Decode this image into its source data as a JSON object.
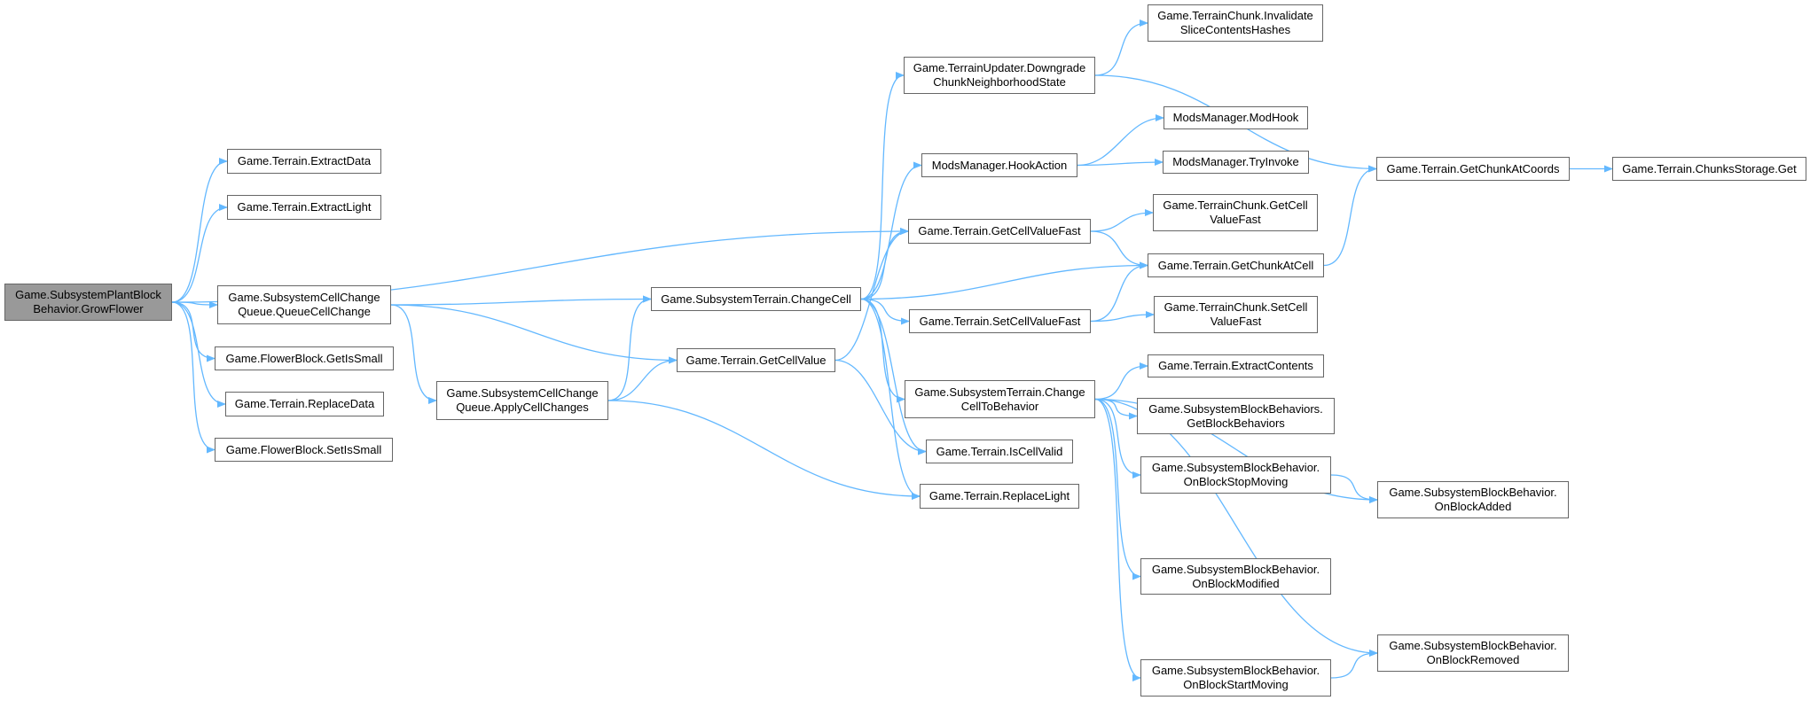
{
  "colors": {
    "edge": "#63b8ff",
    "node_border": "#666666",
    "root_fill": "#999999",
    "node_fill": "#ffffff"
  },
  "nodes": [
    {
      "id": "growflower",
      "lines": [
        "Game.SubsystemPlantBlock",
        "Behavior.GrowFlower"
      ],
      "root": true
    },
    {
      "id": "extractdata",
      "lines": [
        "Game.Terrain.ExtractData"
      ]
    },
    {
      "id": "extractlight",
      "lines": [
        "Game.Terrain.ExtractLight"
      ]
    },
    {
      "id": "queuecellchange",
      "lines": [
        "Game.SubsystemCellChange",
        "Queue.QueueCellChange"
      ]
    },
    {
      "id": "getissmall",
      "lines": [
        "Game.FlowerBlock.GetIsSmall"
      ]
    },
    {
      "id": "replacedata",
      "lines": [
        "Game.Terrain.ReplaceData"
      ]
    },
    {
      "id": "setissmall",
      "lines": [
        "Game.FlowerBlock.SetIsSmall"
      ]
    },
    {
      "id": "applycellchanges",
      "lines": [
        "Game.SubsystemCellChange",
        "Queue.ApplyCellChanges"
      ]
    },
    {
      "id": "changecell",
      "lines": [
        "Game.SubsystemTerrain.ChangeCell"
      ]
    },
    {
      "id": "getcellvalue",
      "lines": [
        "Game.Terrain.GetCellValue"
      ]
    },
    {
      "id": "downgrade",
      "lines": [
        "Game.TerrainUpdater.Downgrade",
        "ChunkNeighborhoodState"
      ]
    },
    {
      "id": "hookaction",
      "lines": [
        "ModsManager.HookAction"
      ]
    },
    {
      "id": "getcellvaluefast",
      "lines": [
        "Game.Terrain.GetCellValueFast"
      ]
    },
    {
      "id": "setcellvaluefast",
      "lines": [
        "Game.Terrain.SetCellValueFast"
      ]
    },
    {
      "id": "changecelltobehavior",
      "lines": [
        "Game.SubsystemTerrain.Change",
        "CellToBehavior"
      ]
    },
    {
      "id": "iscellvalid",
      "lines": [
        "Game.Terrain.IsCellValid"
      ]
    },
    {
      "id": "replacelight",
      "lines": [
        "Game.Terrain.ReplaceLight"
      ]
    },
    {
      "id": "invalidate",
      "lines": [
        "Game.TerrainChunk.Invalidate",
        "SliceContentsHashes"
      ]
    },
    {
      "id": "modhook",
      "lines": [
        "ModsManager.ModHook"
      ]
    },
    {
      "id": "tryinvoke",
      "lines": [
        "ModsManager.TryInvoke"
      ]
    },
    {
      "id": "tcgetcellvaluefast",
      "lines": [
        "Game.TerrainChunk.GetCell",
        "ValueFast"
      ]
    },
    {
      "id": "getchunkatcell",
      "lines": [
        "Game.Terrain.GetChunkAtCell"
      ]
    },
    {
      "id": "tcsetcellvaluefast",
      "lines": [
        "Game.TerrainChunk.SetCell",
        "ValueFast"
      ]
    },
    {
      "id": "extractcontents",
      "lines": [
        "Game.Terrain.ExtractContents"
      ]
    },
    {
      "id": "getblockbehaviors",
      "lines": [
        "Game.SubsystemBlockBehaviors.",
        "GetBlockBehaviors"
      ]
    },
    {
      "id": "onblockstopmoving",
      "lines": [
        "Game.SubsystemBlockBehavior.",
        "OnBlockStopMoving"
      ]
    },
    {
      "id": "onblockmodified",
      "lines": [
        "Game.SubsystemBlockBehavior.",
        "OnBlockModified"
      ]
    },
    {
      "id": "onblockstartmoving",
      "lines": [
        "Game.SubsystemBlockBehavior.",
        "OnBlockStartMoving"
      ]
    },
    {
      "id": "getchunkatcoords",
      "lines": [
        "Game.Terrain.GetChunkAtCoords"
      ]
    },
    {
      "id": "chunksstorageget",
      "lines": [
        "Game.Terrain.ChunksStorage.Get"
      ]
    },
    {
      "id": "onblockadded",
      "lines": [
        "Game.SubsystemBlockBehavior.",
        "OnBlockAdded"
      ]
    },
    {
      "id": "onblockremoved",
      "lines": [
        "Game.SubsystemBlockBehavior.",
        "OnBlockRemoved"
      ]
    }
  ],
  "edges": [
    [
      "growflower",
      "extractdata"
    ],
    [
      "growflower",
      "extractlight"
    ],
    [
      "growflower",
      "getcellvaluefast"
    ],
    [
      "growflower",
      "queuecellchange"
    ],
    [
      "growflower",
      "getissmall"
    ],
    [
      "growflower",
      "replacedata"
    ],
    [
      "growflower",
      "setissmall"
    ],
    [
      "queuecellchange",
      "changecell"
    ],
    [
      "queuecellchange",
      "getcellvalue"
    ],
    [
      "queuecellchange",
      "applycellchanges"
    ],
    [
      "applycellchanges",
      "changecell"
    ],
    [
      "applycellchanges",
      "getcellvalue"
    ],
    [
      "applycellchanges",
      "replacelight"
    ],
    [
      "changecell",
      "downgrade"
    ],
    [
      "changecell",
      "hookaction"
    ],
    [
      "changecell",
      "getcellvaluefast"
    ],
    [
      "changecell",
      "getchunkatcell"
    ],
    [
      "changecell",
      "setcellvaluefast"
    ],
    [
      "changecell",
      "changecelltobehavior"
    ],
    [
      "changecell",
      "iscellvalid"
    ],
    [
      "changecell",
      "replacelight"
    ],
    [
      "getcellvalue",
      "getcellvaluefast"
    ],
    [
      "getcellvalue",
      "iscellvalid"
    ],
    [
      "downgrade",
      "invalidate"
    ],
    [
      "downgrade",
      "getchunkatcoords"
    ],
    [
      "hookaction",
      "modhook"
    ],
    [
      "hookaction",
      "tryinvoke"
    ],
    [
      "getcellvaluefast",
      "tcgetcellvaluefast"
    ],
    [
      "getcellvaluefast",
      "getchunkatcell"
    ],
    [
      "setcellvaluefast",
      "getchunkatcell"
    ],
    [
      "setcellvaluefast",
      "tcsetcellvaluefast"
    ],
    [
      "getchunkatcell",
      "getchunkatcoords"
    ],
    [
      "getchunkatcoords",
      "chunksstorageget"
    ],
    [
      "changecelltobehavior",
      "extractcontents"
    ],
    [
      "changecelltobehavior",
      "getblockbehaviors"
    ],
    [
      "changecelltobehavior",
      "onblockstopmoving"
    ],
    [
      "changecelltobehavior",
      "onblockadded"
    ],
    [
      "changecelltobehavior",
      "onblockmodified"
    ],
    [
      "changecelltobehavior",
      "onblockremoved"
    ],
    [
      "changecelltobehavior",
      "onblockstartmoving"
    ],
    [
      "onblockstopmoving",
      "onblockadded"
    ],
    [
      "onblockstartmoving",
      "onblockremoved"
    ]
  ]
}
